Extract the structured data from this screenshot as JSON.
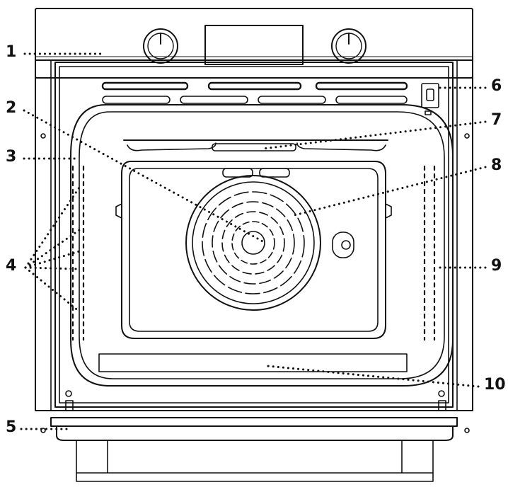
{
  "callouts": [
    {
      "id": "1",
      "label": "1"
    },
    {
      "id": "2",
      "label": "2"
    },
    {
      "id": "3",
      "label": "3"
    },
    {
      "id": "4",
      "label": "4"
    },
    {
      "id": "5",
      "label": "5"
    },
    {
      "id": "6",
      "label": "6"
    },
    {
      "id": "7",
      "label": "7"
    },
    {
      "id": "8",
      "label": "8"
    },
    {
      "id": "9",
      "label": "9"
    },
    {
      "id": "10",
      "label": "10"
    }
  ],
  "colors": {
    "line": "#111111",
    "background": "#ffffff"
  },
  "icons": [
    "control-knob-icon",
    "fan-grille-icon",
    "door-hinge-icon",
    "lamp-icon"
  ]
}
